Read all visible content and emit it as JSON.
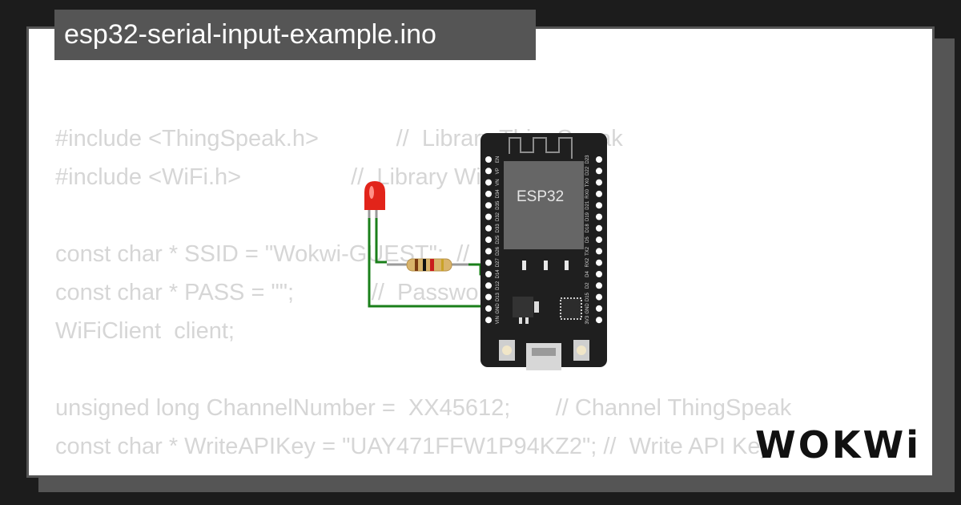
{
  "project": {
    "title": "esp32-serial-input-example.ino"
  },
  "code_lines": [
    "#include <ThingSpeak.h>            //  Library ThingSpeak",
    "#include <WiFi.h>                 //  Library WiFi",
    "",
    "const char * SSID = \"Wokwi-GUEST\";  //  Name WiFI",
    "const char * PASS = \"\";            //  Password",
    "WiFiClient  client;",
    "",
    "unsigned long ChannelNumber =  XX45612;       // Channel ThingSpeak",
    "const char * WriteAPIKey = \"UAY471FFW1P94KZ2\"; //  Write API Key"
  ],
  "board": {
    "chip_label": "ESP32",
    "left_pins": [
      "EN",
      "VP",
      "VN",
      "D34",
      "D35",
      "D32",
      "D33",
      "D25",
      "D26",
      "D27",
      "D14",
      "D12",
      "D13",
      "GND",
      "VIN"
    ],
    "right_pins": [
      "D23",
      "D22",
      "TX0",
      "RX0",
      "D21",
      "D19",
      "D18",
      "D5",
      "TX2",
      "RX2",
      "D4",
      "D2",
      "D15",
      "GND",
      "3V3"
    ]
  },
  "components": {
    "led_color": "#e2241a",
    "wire_color": "#1a7f1a",
    "board_color": "#1f1f1f",
    "chip_color": "#666666"
  },
  "brand": {
    "logo_text": "WOKWi"
  }
}
